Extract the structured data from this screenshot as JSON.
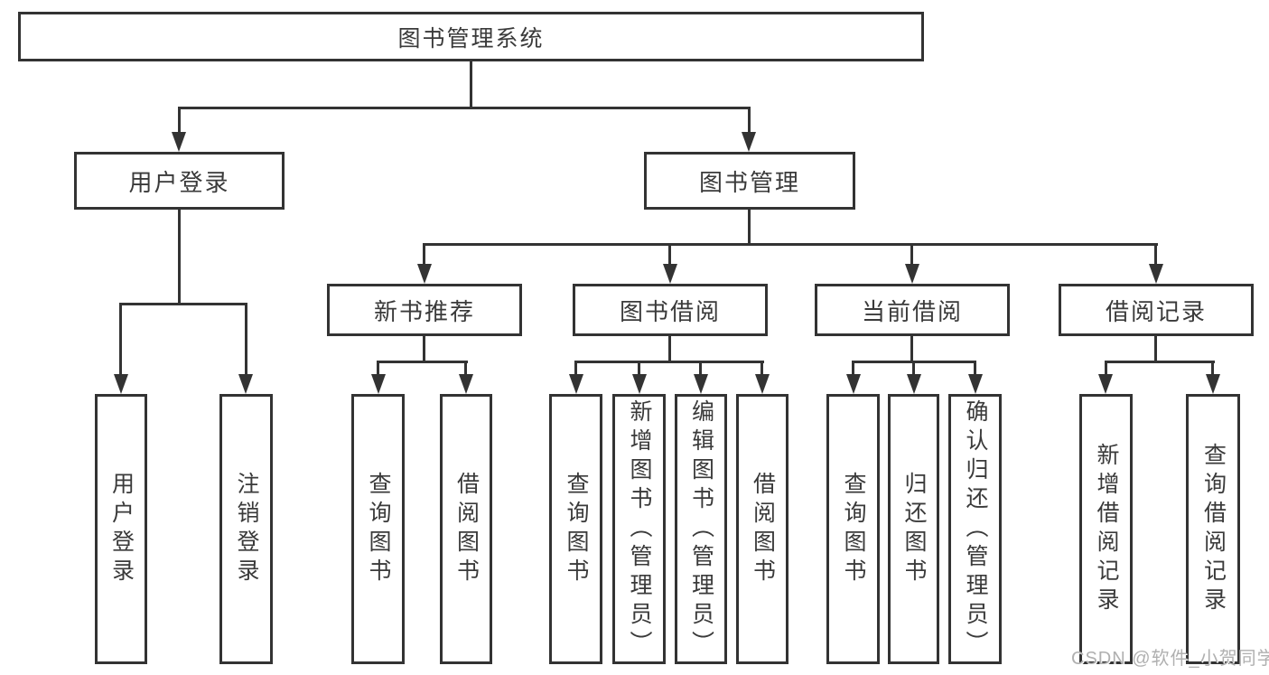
{
  "tree": {
    "label": "图书管理系统",
    "children": [
      {
        "label": "用户登录",
        "children": [
          {
            "label": "用户登录"
          },
          {
            "label": "注销登录"
          }
        ]
      },
      {
        "label": "图书管理",
        "children": [
          {
            "label": "新书推荐",
            "children": [
              {
                "label": "查询图书"
              },
              {
                "label": "借阅图书"
              }
            ]
          },
          {
            "label": "图书借阅",
            "children": [
              {
                "label": "查询图书"
              },
              {
                "label": "新增图书（管理员）"
              },
              {
                "label": "编辑图书（管理员）"
              },
              {
                "label": "借阅图书"
              }
            ]
          },
          {
            "label": "当前借阅",
            "children": [
              {
                "label": "查询图书"
              },
              {
                "label": "归还图书"
              },
              {
                "label": "确认归还（管理员）"
              }
            ]
          },
          {
            "label": "借阅记录",
            "children": [
              {
                "label": "新增借阅记录"
              },
              {
                "label": "查询借阅记录"
              }
            ]
          }
        ]
      }
    ]
  },
  "watermark": {
    "text": "CSDN @软件_小贺同学"
  },
  "colors": {
    "line": "#333333",
    "text": "#3a3a3a",
    "watermark": "#b0b0b0",
    "background": "#ffffff"
  }
}
